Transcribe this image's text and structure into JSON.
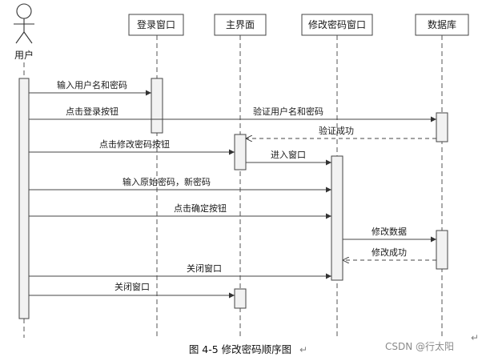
{
  "actor": {
    "label": "用户"
  },
  "participants": [
    {
      "name": "登录窗口"
    },
    {
      "name": "主界面"
    },
    {
      "name": "修改密码窗口"
    },
    {
      "name": "数据库"
    }
  ],
  "messages": [
    {
      "from": "用户",
      "to": "登录窗口",
      "text": "输入用户名和密码",
      "kind": "sync"
    },
    {
      "from": "用户",
      "to": "数据库",
      "text": "点击登录按钮",
      "extra": "验证用户名和密码",
      "kind": "sync"
    },
    {
      "from": "数据库",
      "to": "主界面",
      "text": "验证成功",
      "kind": "return"
    },
    {
      "from": "用户",
      "to": "主界面",
      "text": "点击修改密码按钮",
      "kind": "sync"
    },
    {
      "from": "主界面",
      "to": "修改密码窗口",
      "text": "进入窗口",
      "kind": "sync"
    },
    {
      "from": "用户",
      "to": "修改密码窗口",
      "text": "输入原始密码，新密码",
      "kind": "sync"
    },
    {
      "from": "用户",
      "to": "修改密码窗口",
      "text": "点击确定按钮",
      "kind": "sync"
    },
    {
      "from": "修改密码窗口",
      "to": "数据库",
      "text": "修改数据",
      "kind": "sync"
    },
    {
      "from": "数据库",
      "to": "修改密码窗口",
      "text": "修改成功",
      "kind": "return"
    },
    {
      "from": "用户",
      "to": "修改密码窗口",
      "text": "关闭窗口",
      "kind": "sync"
    },
    {
      "from": "用户",
      "to": "主界面",
      "text": "关闭窗口",
      "kind": "sync"
    }
  ],
  "caption": "图 4-5  修改密码顺序图",
  "return_mark": "↵",
  "watermark": "CSDN @行太阳",
  "colors": {
    "line": "#555555",
    "activation_fill": "#f2f2f2",
    "header_fill": "#ffffff"
  }
}
